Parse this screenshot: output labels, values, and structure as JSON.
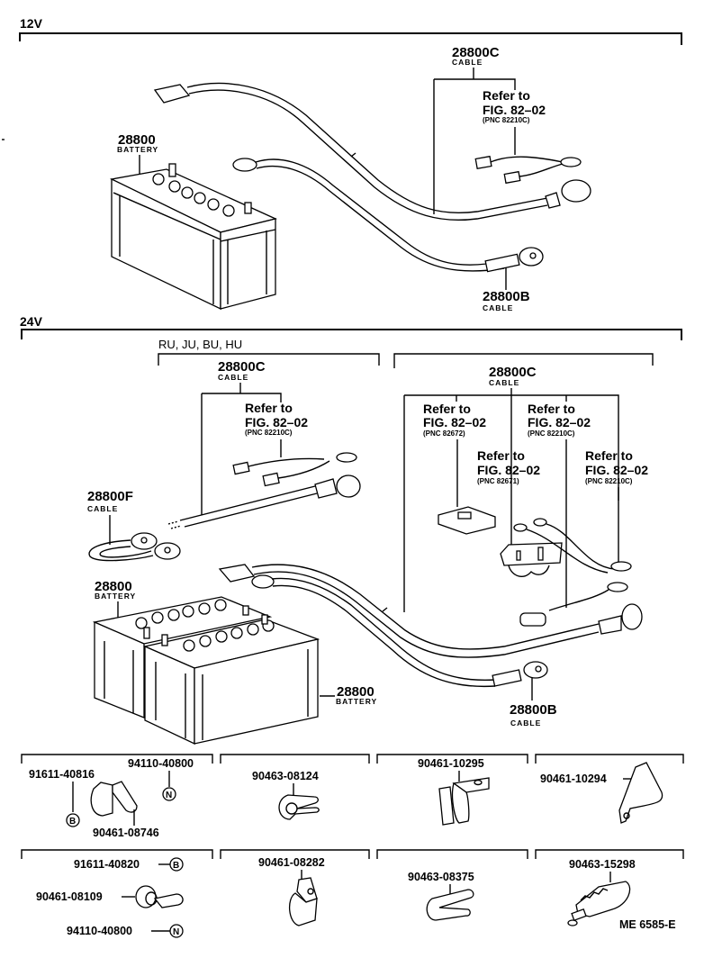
{
  "diagram": {
    "code": "ME 6585-E",
    "sections": {
      "v12": {
        "title": "12V",
        "battery": {
          "part": "28800",
          "name": "BATTERY"
        },
        "cable_c": {
          "part": "28800C",
          "name": "CABLE"
        },
        "cable_c_ref": {
          "line1": "Refer to",
          "line2": "FIG. 82–02",
          "pnc": "(PNC 82210C)"
        },
        "cable_b": {
          "part": "28800B",
          "name": "CABLE"
        }
      },
      "v24": {
        "title": "24V",
        "variant_left": "RU, JU, BU, HU",
        "left_cable_c": {
          "part": "28800C",
          "name": "CABLE"
        },
        "left_ref": {
          "line1": "Refer to",
          "line2": "FIG. 82–02",
          "pnc": "(PNC 82210C)"
        },
        "cable_f": {
          "part": "28800F",
          "name": "CABLE"
        },
        "battery_a": {
          "part": "28800",
          "name": "BATTERY"
        },
        "battery_b": {
          "part": "28800",
          "name": "BATTERY"
        },
        "right_cable_c": {
          "part": "28800C",
          "name": "CABLE"
        },
        "right_refs": [
          {
            "line1": "Refer to",
            "line2": "FIG. 82–02",
            "pnc": "(PNC 82672)"
          },
          {
            "line1": "Refer to",
            "line2": "FIG. 82–02",
            "pnc": "(PNC 82210C)"
          },
          {
            "line1": "Refer to",
            "line2": "FIG. 82–02",
            "pnc": "(PNC 82671)"
          },
          {
            "line1": "Refer to",
            "line2": "FIG. 82–02",
            "pnc": "(PNC 82210C)"
          }
        ],
        "cable_b": {
          "part": "28800B",
          "name": "CABLE"
        }
      }
    },
    "clamp_boxes": [
      {
        "parts": [
          "91611-40816",
          "94110-40800",
          "90461-08746"
        ],
        "symbols": [
          "B",
          "N"
        ]
      },
      {
        "parts": [
          "90463-08124"
        ]
      },
      {
        "parts": [
          "90461-10295"
        ]
      },
      {
        "parts": [
          "90461-10294"
        ]
      },
      {
        "parts": [
          "91611-40820",
          "90461-08109",
          "94110-40800"
        ],
        "symbols": [
          "B",
          "N"
        ]
      },
      {
        "parts": [
          "90461-08282"
        ]
      },
      {
        "parts": [
          "90463-08375"
        ]
      },
      {
        "parts": [
          "90463-15298"
        ]
      }
    ]
  }
}
